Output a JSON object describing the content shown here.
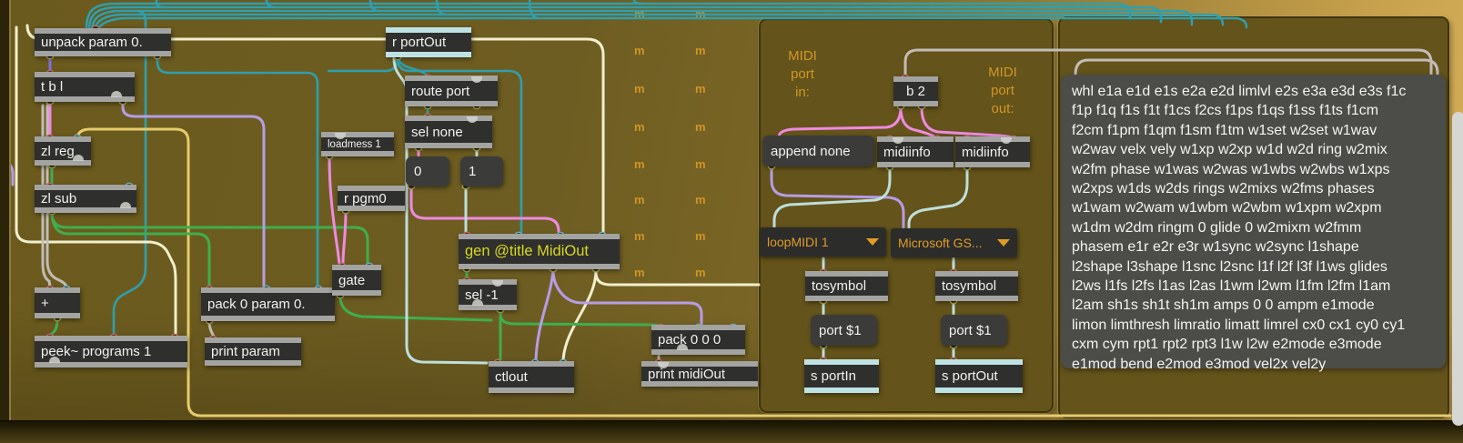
{
  "palette": {
    "background_left": "#6e5c20",
    "background_right": "#d6b05a",
    "panel": "#64531a",
    "box_dark": "#2f2f2d",
    "bar_gray": "#a3a3a1",
    "bar_cyan": "#bfe2e4",
    "text_white": "#f2f2f0",
    "text_yellow": "#d9d921",
    "text_orange": "#d09724",
    "cable_teal": "#2f9fae",
    "cable_cream": "#f1efcd",
    "cable_gold": "#e5cb6d",
    "cable_green": "#3fae4e",
    "cable_pink": "#ef8ae1",
    "cable_lavender": "#b79ce6",
    "cable_aqua": "#bfdeda",
    "cable_gray": "#c2bcb6",
    "cable_violet": "#7b72e0"
  },
  "boxes": {
    "unpack": "unpack param 0.",
    "tbl": "t b l",
    "zlreg": "zl reg",
    "zlsub": "zl sub",
    "plus": "+",
    "peek": "peek~ programs 1",
    "pack_param": "pack 0 param 0.",
    "print_param": "print param",
    "loadmess": "loadmess 1",
    "rpgm": "r pgm0",
    "gate": "gate",
    "rportout": "r portOut",
    "routeport": "route port",
    "selnone": "sel none",
    "msg0": "0",
    "msg1": "1",
    "gen": "gen @title MidiOut",
    "selneg1": "sel -1",
    "ctlout": "ctlout",
    "pack000": "pack 0 0 0",
    "print_midiout": "print midiOut",
    "b2": "b 2",
    "append_none": "append none",
    "midiinfo_in": "midiinfo",
    "midiinfo_out": "midiinfo",
    "umenu_in": "loopMIDI 1",
    "umenu_out": "Microsoft GS...",
    "tosymbol_in": "tosymbol",
    "tosymbol_out": "tosymbol",
    "port_msg_in": "port $1",
    "port_msg_out": "port $1",
    "s_portin": "s portIn",
    "s_portout": "s portOut"
  },
  "comments": {
    "midi_port_in": [
      "MIDI",
      "port",
      "in:"
    ],
    "midi_port_out": [
      "MIDI",
      "port",
      "out:"
    ],
    "m": "m"
  },
  "param_list": {
    "lines": [
      "whl e1a e1d e1s e2a e2d limlvl e2s e3a e3d e3s f1c",
      "f1p f1q f1s f1t f1cs f2cs f1ps f1qs f1ss f1ts f1cm",
      "f2cm f1pm f1qm f1sm f1tm w1set w2set w1wav",
      "w2wav velx vely w1xp w2xp w1d w2d ring w2mix",
      "w2fm phase w1was w2was w1wbs w2wbs w1xps",
      "w2xps w1ds w2ds rings w2mixs w2fms phases",
      "w1wam w2wam w1wbm w2wbm w1xpm w2xpm",
      "w1dm w2dm ringm 0 glide 0 w2mixm w2fmm",
      "phasem e1r e2r e3r w1sync w2sync l1shape",
      "l2shape l3shape l1snc l2snc l1f l2f l3f l1ws glides",
      "l2ws l1fs l2fs l1as l2as l1wm l2wm l1fm l2fm l1am",
      "l2am sh1s sh1t sh1m amps 0 0 ampm e1mode",
      "limon limthresh limratio limatt limrel cx0 cx1 cy0 cy1",
      "cxm cym rpt1 rpt2 rpt3 l1w l2w e2mode e3mode",
      "e1mod bend e2mod e3mod vel2x vel2y"
    ]
  }
}
